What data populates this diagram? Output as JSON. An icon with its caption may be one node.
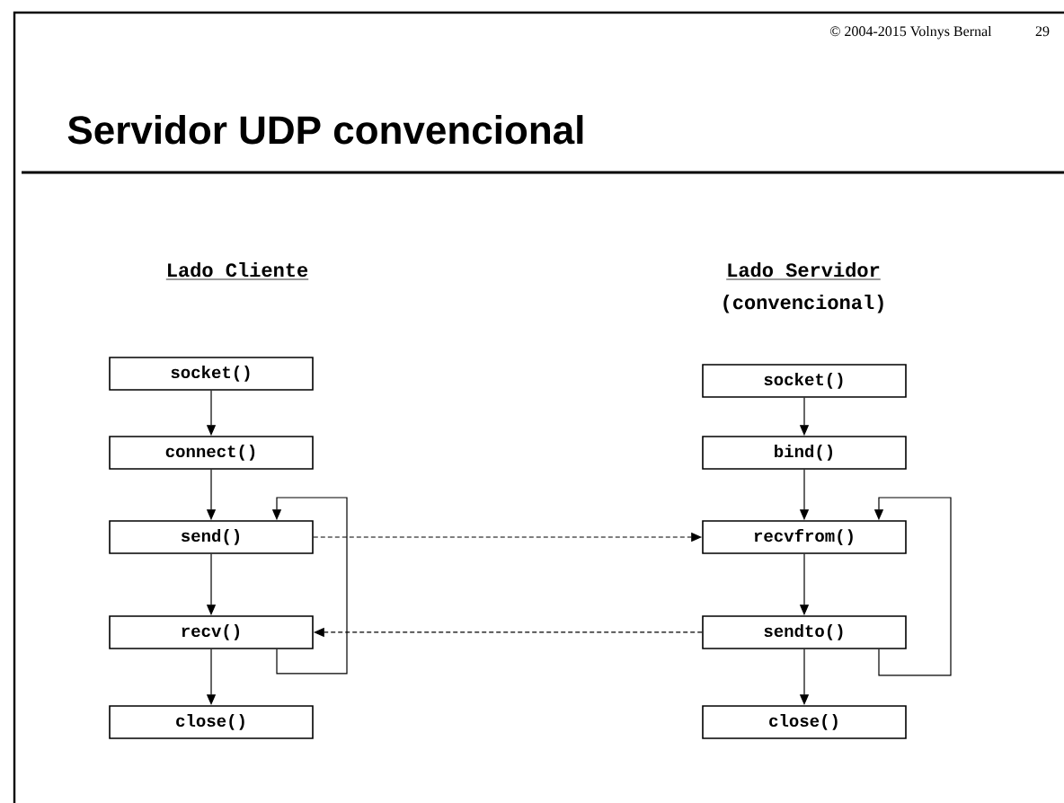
{
  "diagram": {
    "title": "Servidor UDP convencional",
    "nodes": [
      {
        "text": [
          "socket()"
        ]
      },
      {
        "text": [
          "connect()"
        ]
      },
      {
        "text": [
          "send()"
        ]
      },
      {
        "text": [
          "recv()"
        ]
      },
      {
        "text": [
          "close()"
        ]
      },
      {
        "text": [
          "socket()"
        ]
      },
      {
        "text": [
          "bind()"
        ]
      },
      {
        "text": [
          "recvfrom()"
        ]
      },
      {
        "text": [
          "sendto()"
        ]
      },
      {
        "text": [
          "close()"
        ]
      }
    ],
    "edges": [
      {
        "from": 0,
        "to": 1,
        "arrow": "to"
      },
      {
        "from": 1,
        "to": 2,
        "arrow": "to"
      },
      {
        "from": 2,
        "to": 3,
        "arrow": "to"
      },
      {
        "from": 3,
        "to": 4,
        "arrow": "to"
      },
      {
        "from": 3,
        "to": 2,
        "arrow": "to"
      },
      {
        "from": 5,
        "to": 6,
        "arrow": "to"
      },
      {
        "from": 6,
        "to": 7,
        "arrow": "to"
      },
      {
        "from": 7,
        "to": 8,
        "arrow": "to"
      },
      {
        "from": 8,
        "to": 9,
        "arrow": "to"
      },
      {
        "from": 8,
        "to": 7,
        "arrow": "to"
      },
      {
        "from": 2,
        "to": 7,
        "arrow": "to",
        "style": "dashed"
      },
      {
        "from": 8,
        "to": 3,
        "arrow": "to",
        "style": "dashed"
      }
    ],
    "labels": [
      "© 2004-2015 Volnys Bernal",
      "29",
      "Lado Cliente",
      "Lado Servidor",
      "(convencional)"
    ]
  }
}
